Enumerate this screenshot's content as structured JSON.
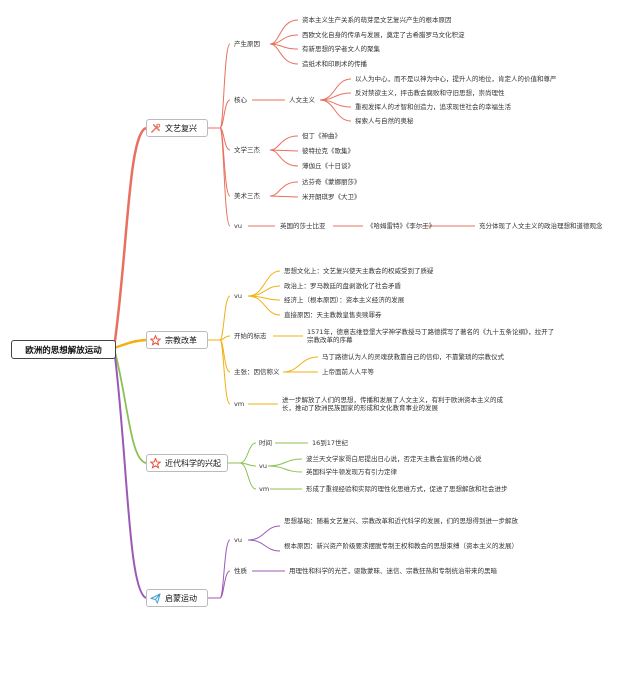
{
  "root": "欧洲的思想解放运动",
  "colors": {
    "renaissance": "#e8705f",
    "reformation": "#f2b011",
    "science": "#8cc152",
    "enlightenment": "#9b59b6"
  },
  "renaissance": {
    "title": "文艺复兴",
    "icon": "tools-icon",
    "cause_label": "产生原因",
    "causes": [
      "资本主义生产关系的萌芽是文艺复兴产生的根本原因",
      "西欧文化自身的传承与发展，奠定了古希腊罗马文化积淀",
      "有新思想的学者文人的聚集",
      "造纸术和印刷术的传播"
    ],
    "core_label": "核心",
    "humanism_label": "人文主义",
    "humanism": [
      "以人为中心，而不是以神为中心，提升人的地位，肯定人的价值和尊严",
      "反对禁欲主义，抨击教会腐败和守旧思想，崇尚理性",
      "重视发挥人的才智和创造力，追求现世社会的幸福生活",
      "探索人与自然的奥秘"
    ],
    "lit_label": "文学三杰",
    "lit": [
      "但丁《神曲》",
      "彼特拉克《歌集》",
      "薄伽丘《十日谈》"
    ],
    "art_label": "美术三杰",
    "art": [
      "达芬奇《蒙娜丽莎》",
      "米开朗琪罗《大卫》"
    ],
    "shake_label": "vu",
    "shake_name": "英国的莎士比亚",
    "shake_works": "《哈姆雷特》《李尔王》",
    "shake_summary": "充分体现了人文主义的政治理想和道德观念"
  },
  "reformation": {
    "title": "宗教改革",
    "icon": "star-icon",
    "cause_label": "vu",
    "causes": [
      "思想文化上：文艺复兴使天主教会的权威受到了质疑",
      "政治上：罗马教廷的盘剥激化了社会矛盾",
      "经济上（根本原因）：资本主义经济的发展",
      "直接原因：天主教教皇售卖赎罪券"
    ],
    "start_label": "开始的标志",
    "start": "1571年，德意志维登堡大学神学教授马丁路德撰写了著名的《九十五条论纲》，拉开了宗教改革的序幕",
    "claim_label": "主张：因信称义",
    "claims": [
      "马丁路德认为人的灵魂获救靠自己的信仰，不靠繁琐的宗教仪式",
      "上帝面前人人平等"
    ],
    "impact_label": "vm",
    "impact": "进一步解放了人们的思想，传播和发展了人文主义，有利于欧洲资本主义的成长，推动了欧洲民族国家的形成和文化教育事业的发展"
  },
  "science": {
    "title": "近代科学的兴起",
    "icon": "star-icon",
    "time_label": "时间",
    "time": "16到17世纪",
    "people_label": "vu",
    "people": [
      "波兰天文学家哥白尼提出日心说，否定天主教会宣扬的地心说",
      "英国科学牛顿发现万有引力定律"
    ],
    "impact_label": "vm",
    "impact": "形成了重视经验和实际的理性化思维方式，促进了思想解放和社会进步"
  },
  "enlightenment": {
    "title": "启蒙运动",
    "icon": "paper-plane-icon",
    "cause_label": "vu",
    "causes": [
      "思想基础：随着文艺复兴、宗教改革和近代科学的发展，们的思想得到进一步解放",
      "根本原因：新兴资产阶级要求摆脱专制王权和教会的思想束缚（资本主义的发展）"
    ],
    "nature_label": "性质",
    "nature": "用理性和科学的光芒，驱散蒙昧、迷信、宗教狂热和专制统治带来的黑暗"
  }
}
